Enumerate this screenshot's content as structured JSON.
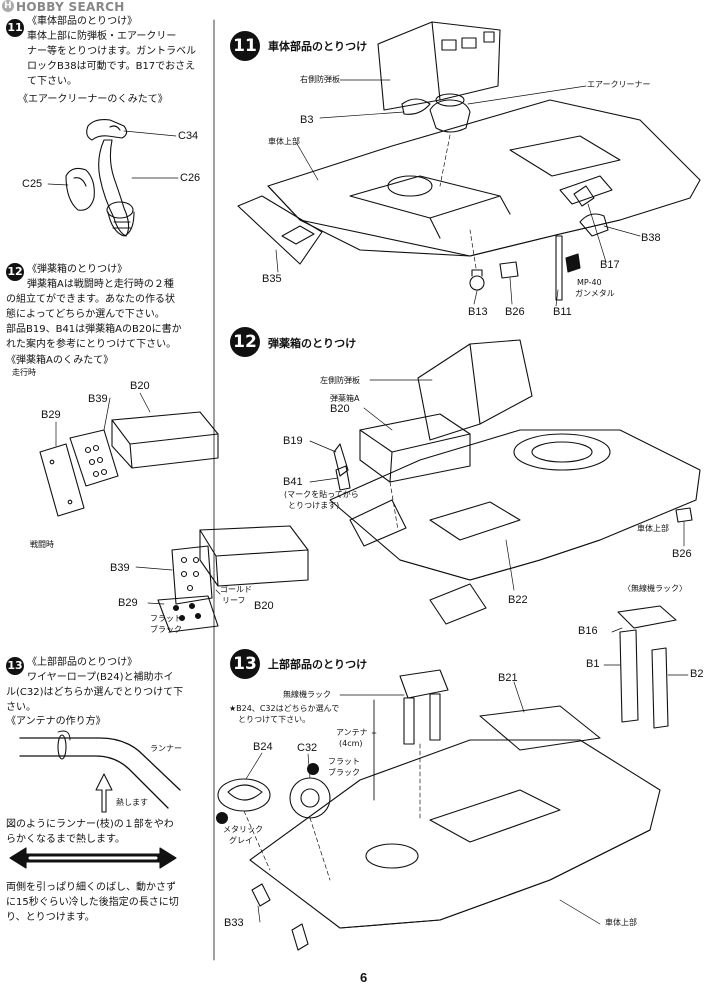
{
  "logo": {
    "text": "HOBBY SEARCH"
  },
  "left": {
    "s11": {
      "num": "11",
      "lines": [
        "《車体部品のとりつけ》",
        "車体上部に防弾板・エアークリー",
        "ナー等をとりつけます。ガントラベル",
        "ロックB38は可動です。B17でおさえ",
        "て下さい。"
      ],
      "sub": "《エアークリーナーのくみたて》",
      "labels": {
        "c34": "C34",
        "c25": "C25",
        "c26": "C26"
      }
    },
    "s12": {
      "num": "12",
      "lines": [
        "《弾薬箱のとりつけ》",
        "弾薬箱Aは戦闘時と走行時の２種",
        "の組立てができます。あなたの作る状",
        "態によってどちらか選んで下さい。",
        "部品B19、B41は弾薬箱AのB20に書か",
        "れた案内を参考にとりつけて下さい。"
      ],
      "sub": "《弾薬箱Aのくみたて》",
      "mode_run": "走行時",
      "mode_battle": "戦闘時",
      "labels": {
        "b20a": "B20",
        "b39a": "B39",
        "b29a": "B29",
        "b39b": "B39",
        "b29b": "B29",
        "b20b": "B20"
      },
      "gold1": "ゴールド",
      "gold2": "リーフ",
      "flat1": "フラット",
      "flat2": "ブラック"
    },
    "s13": {
      "num": "13",
      "lines": [
        "《上部部品のとりつけ》",
        "ワイヤーロープ(B24)と補助ホイ",
        "ル(C32)はどちらか選んでとりつけて下",
        "さい。"
      ],
      "sub": "《アンテナの作り方》",
      "runner": "ランナー",
      "heat": "熱します",
      "note1": [
        "図のようにランナー(枝)の１部をやわ",
        "らかくなるまで熱します。"
      ],
      "note2": [
        "両側を引っぱり細くのばし、動かさず",
        "に15秒ぐらい冷した後指定の長さに切",
        "り、とりつけます。"
      ]
    }
  },
  "right": {
    "p11": {
      "num": "11",
      "title": "車体部品のとりつけ",
      "right_plate": "右側防弾板",
      "aircleaner": "エアークリーナー",
      "hull": "車体上部",
      "labels": {
        "b3": "B3",
        "b35": "B35",
        "b13": "B13",
        "b26": "B26",
        "b11": "B11",
        "b17": "B17",
        "b38": "B38"
      },
      "mp40": "MP-40",
      "gunmetal": "ガンメタル"
    },
    "p12": {
      "num": "12",
      "title": "弾薬箱のとりつけ",
      "left_plate": "左側防弾板",
      "ammo_a": "弾薬箱A",
      "labels": {
        "b20": "B20",
        "b19": "B19",
        "b41": "B41",
        "b26": "B26",
        "b22": "B22"
      },
      "mark1": "(マークを貼ってから",
      "mark2": "とりつけます)",
      "hull": "車体上部"
    },
    "rack": {
      "title": "〈無線機ラック〉",
      "labels": {
        "b16": "B16",
        "b1": "B1",
        "b2": "B2"
      }
    },
    "p13": {
      "num": "13",
      "title": "上部部品のとりつけ",
      "radio_rack": "無線機ラック",
      "choose1": "★B24、C32はどちらか選んで",
      "choose2": "とりつけて下さい。",
      "antenna": "アンテナ",
      "antenna_len": "(4cm)",
      "labels": {
        "b24": "B24",
        "c32": "C32",
        "b21": "B21",
        "b33": "B33"
      },
      "flat1": "フラット",
      "flat2": "ブラック",
      "metal1": "メタリック",
      "metal2": "グレイ",
      "hull": "車体上部"
    }
  },
  "page": {
    "number": "6"
  }
}
